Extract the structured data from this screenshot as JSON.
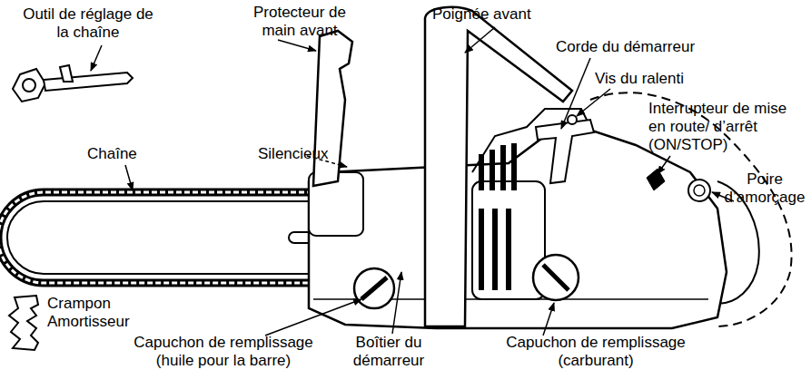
{
  "diagram": {
    "labels": [
      "Outil de réglage de la chaîne",
      "Protecteur de main avant",
      "Poignée avant",
      "Corde du démarreur",
      "Vis du ralenti",
      "Interrupteur de mise en route/ d’arrêt (ON/STOP)",
      "Chaîne",
      "Silencieux",
      "Poire d’amorçage",
      "Crampon Amortisseur",
      "Capuchon de remplissage (huile pour la barre)",
      "Boîtier du démarreur",
      "Capuchon de remplissage (carburant)"
    ]
  }
}
